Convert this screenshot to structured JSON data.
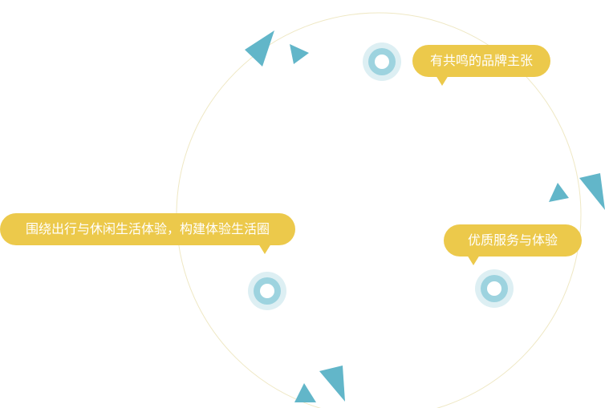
{
  "colors": {
    "bubble": "#ecc94b",
    "bubble_text": "#ffffff",
    "ring": "#efe8c4",
    "node_outer": "#ddeff3",
    "node_mid": "#9dd3df",
    "triangle": "#62b6c9"
  },
  "labels": {
    "top_right": "有共鸣的品牌主张",
    "left": "围绕出行与休闲生活体验，构建体验生活圈",
    "right": "优质服务与体验"
  }
}
